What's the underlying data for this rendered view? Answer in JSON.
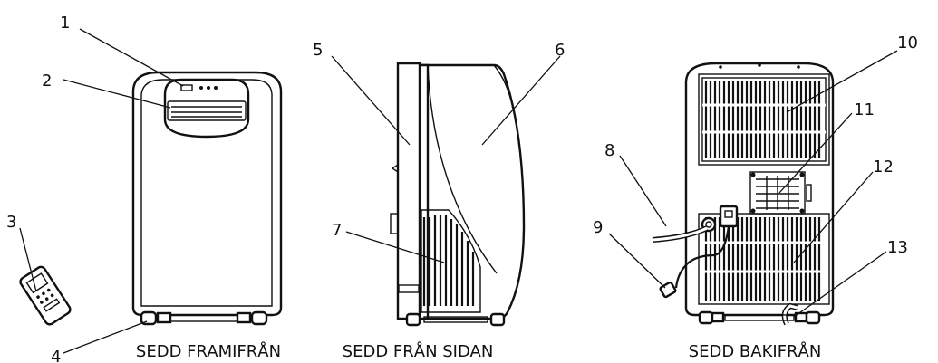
{
  "callouts": [
    "1",
    "2",
    "3",
    "4",
    "5",
    "6",
    "7",
    "8",
    "9",
    "10",
    "11",
    "12",
    "13"
  ],
  "views": {
    "front": "SEDD FRAMIFRÅN",
    "side": "SEDD FRÅN SIDAN",
    "back": "SEDD BAKIFRÅN"
  }
}
